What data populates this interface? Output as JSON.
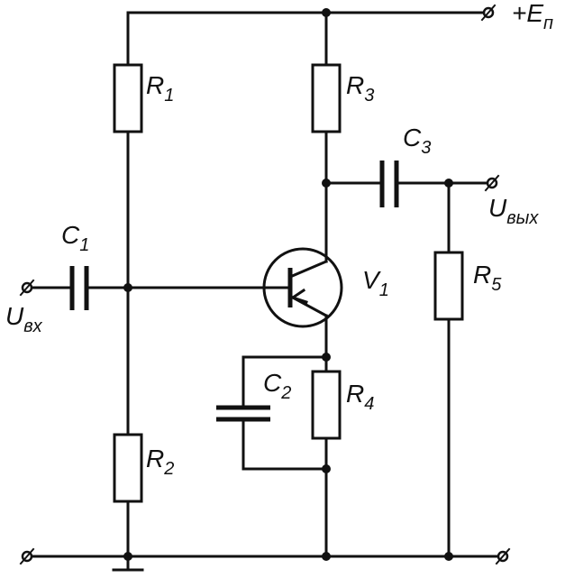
{
  "components": {
    "R1": {
      "letter": "R",
      "index": "1"
    },
    "R2": {
      "letter": "R",
      "index": "2"
    },
    "R3": {
      "letter": "R",
      "index": "3"
    },
    "R4": {
      "letter": "R",
      "index": "4"
    },
    "R5": {
      "letter": "R",
      "index": "5"
    },
    "C1": {
      "letter": "C",
      "index": "1"
    },
    "C2": {
      "letter": "C",
      "index": "2"
    },
    "C3": {
      "letter": "C",
      "index": "3"
    },
    "V1": {
      "letter": "V",
      "index": "1"
    }
  },
  "terminals": {
    "supply": {
      "prefix": "+E",
      "sub": "п"
    },
    "input": {
      "letter": "U",
      "sub": "вх"
    },
    "output": {
      "letter": "U",
      "sub": "вых"
    }
  }
}
